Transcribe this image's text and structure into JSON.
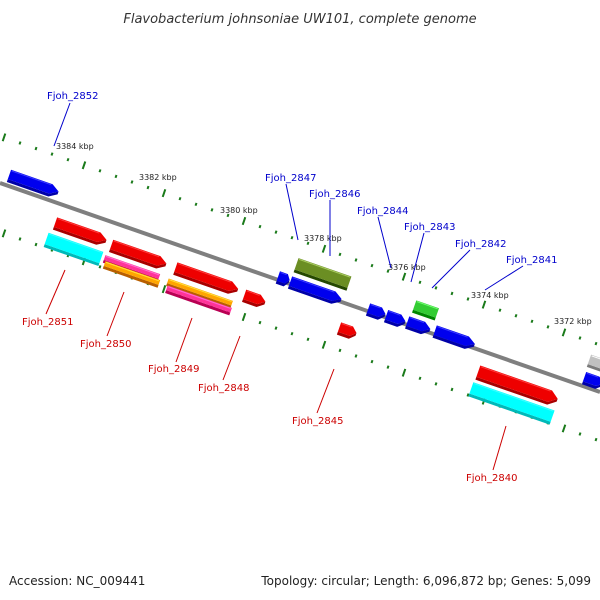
{
  "title": "Flavobacterium johnsoniae UW101, complete genome",
  "footer": {
    "accession": "Accession: NC_009441",
    "topology": "Topology: circular; Length: 6,096,872 bp; Genes: 5,099"
  },
  "colors": {
    "backbone": "#7f7f7f",
    "scale_ticks": "#1a7a1a",
    "top_strand_label": "#0000cc",
    "bottom_strand_label": "#cc0000",
    "blue_gene": "#0000ee",
    "red_gene": "#ee0000",
    "cyan_gene": "#00ffff",
    "olive_gene": "#6b8e23",
    "green_gene": "#33cc33",
    "orange_gene": "#ffa500",
    "magenta_gene": "#ff3399",
    "grey_gene": "#c0c0c0"
  },
  "scale_labels": [
    {
      "text": "3384 kbp"
    },
    {
      "text": "3382 kbp"
    },
    {
      "text": "3380 kbp"
    },
    {
      "text": "3378 kbp"
    },
    {
      "text": "3376 kbp"
    },
    {
      "text": "3374 kbp"
    },
    {
      "text": "3372 kbp"
    }
  ],
  "labels_top": [
    {
      "id": "fjoh_2852",
      "text": "Fjoh_2852"
    },
    {
      "id": "fjoh_2847",
      "text": "Fjoh_2847"
    },
    {
      "id": "fjoh_2846",
      "text": "Fjoh_2846"
    },
    {
      "id": "fjoh_2844",
      "text": "Fjoh_2844"
    },
    {
      "id": "fjoh_2843",
      "text": "Fjoh_2843"
    },
    {
      "id": "fjoh_2842",
      "text": "Fjoh_2842"
    },
    {
      "id": "fjoh_2841",
      "text": "Fjoh_2841"
    }
  ],
  "labels_bottom": [
    {
      "id": "fjoh_2851",
      "text": "Fjoh_2851"
    },
    {
      "id": "fjoh_2850",
      "text": "Fjoh_2850"
    },
    {
      "id": "fjoh_2849",
      "text": "Fjoh_2849"
    },
    {
      "id": "fjoh_2848",
      "text": "Fjoh_2848"
    },
    {
      "id": "fjoh_2845",
      "text": "Fjoh_2845"
    },
    {
      "id": "fjoh_2840",
      "text": "Fjoh_2840"
    }
  ],
  "features": [
    {
      "id": "fjoh_2852",
      "color": "blue"
    },
    {
      "id": "fjoh_2851_gene",
      "color": "red"
    },
    {
      "id": "fjoh_2851_cds",
      "color": "cyan"
    },
    {
      "id": "fjoh_2850_gene",
      "color": "red"
    },
    {
      "id": "fjoh_2850_cds",
      "color": "magenta"
    },
    {
      "id": "fjoh_2850_cds2",
      "color": "orange"
    },
    {
      "id": "fjoh_2849_gene",
      "color": "red"
    },
    {
      "id": "fjoh_2849_cds",
      "color": "orange"
    },
    {
      "id": "fjoh_2849_cds2",
      "color": "magenta"
    },
    {
      "id": "fjoh_2848",
      "color": "red"
    },
    {
      "id": "fjoh_2847_a",
      "color": "blue"
    },
    {
      "id": "fjoh_2847_b",
      "color": "blue"
    },
    {
      "id": "fjoh_2846",
      "color": "olive"
    },
    {
      "id": "fjoh_2845",
      "color": "red"
    },
    {
      "id": "fjoh_2844_a",
      "color": "blue"
    },
    {
      "id": "fjoh_2844_b",
      "color": "blue"
    },
    {
      "id": "fjoh_2843",
      "color": "blue"
    },
    {
      "id": "fjoh_2843_rna",
      "color": "green"
    },
    {
      "id": "fjoh_2842",
      "color": "blue"
    },
    {
      "id": "fjoh_2840_gene",
      "color": "red"
    },
    {
      "id": "fjoh_2840_cds",
      "color": "cyan"
    },
    {
      "id": "right_edge_grey",
      "color": "grey"
    },
    {
      "id": "right_edge_blue",
      "color": "blue"
    }
  ]
}
